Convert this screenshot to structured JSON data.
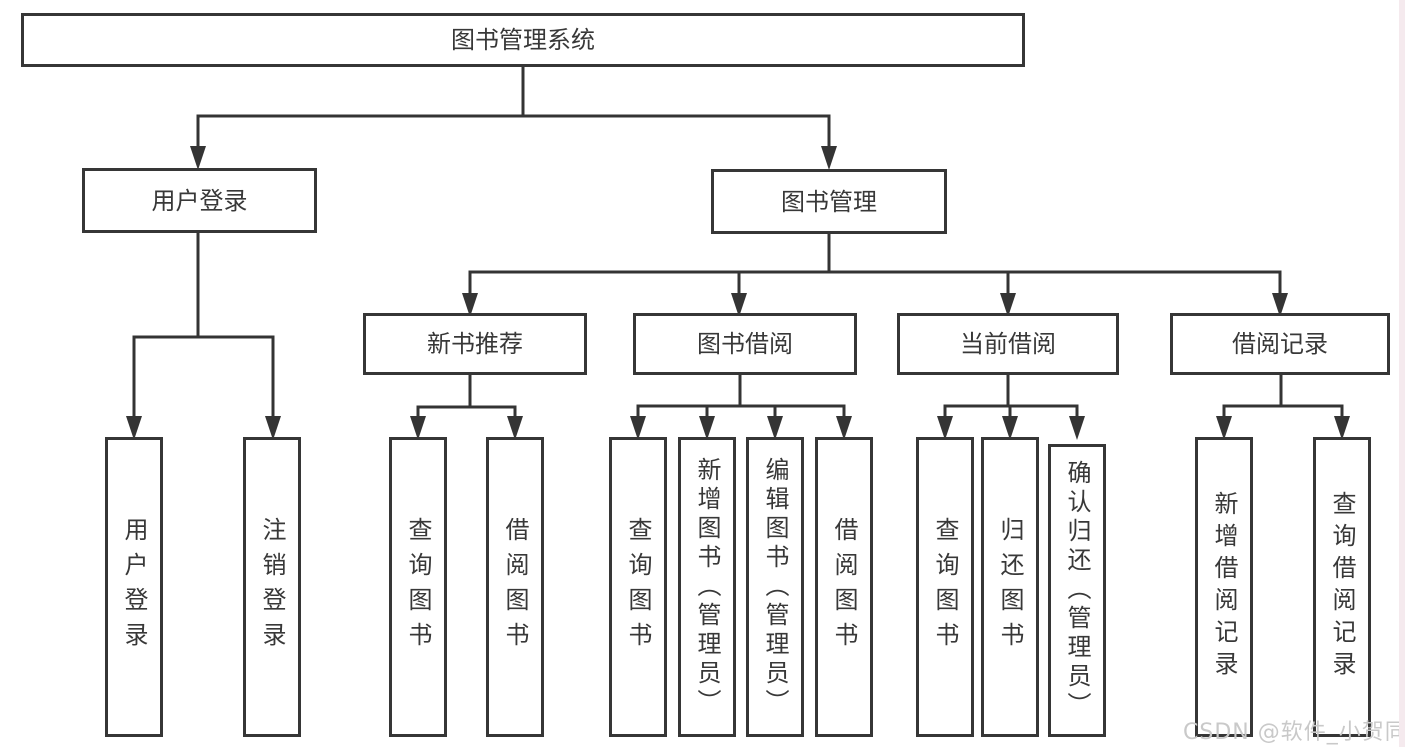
{
  "diagram_title": "图书管理系统",
  "tree": {
    "label": "图书管理系统",
    "children": [
      {
        "label": "用户登录",
        "children": [
          {
            "label": "用户登录"
          },
          {
            "label": "注销登录"
          }
        ]
      },
      {
        "label": "图书管理",
        "children": [
          {
            "label": "新书推荐",
            "children": [
              {
                "label": "查询图书"
              },
              {
                "label": "借阅图书"
              }
            ]
          },
          {
            "label": "图书借阅",
            "children": [
              {
                "label": "查询图书"
              },
              {
                "label": "新增图书（管理员）"
              },
              {
                "label": "编辑图书（管理员）"
              },
              {
                "label": "借阅图书"
              }
            ]
          },
          {
            "label": "当前借阅",
            "children": [
              {
                "label": "查询图书"
              },
              {
                "label": "归还图书"
              },
              {
                "label": "确认归还（管理员）"
              }
            ]
          },
          {
            "label": "借阅记录",
            "children": [
              {
                "label": "新增借阅记录"
              },
              {
                "label": "查询借阅记录"
              }
            ]
          }
        ]
      }
    ]
  },
  "watermark": "CSDN @软件_小贺同学",
  "colors": {
    "line": "#343434",
    "border": "#363636",
    "text": "#383838",
    "background": "#ffffff",
    "watermark_text": "#c9c9c9"
  }
}
